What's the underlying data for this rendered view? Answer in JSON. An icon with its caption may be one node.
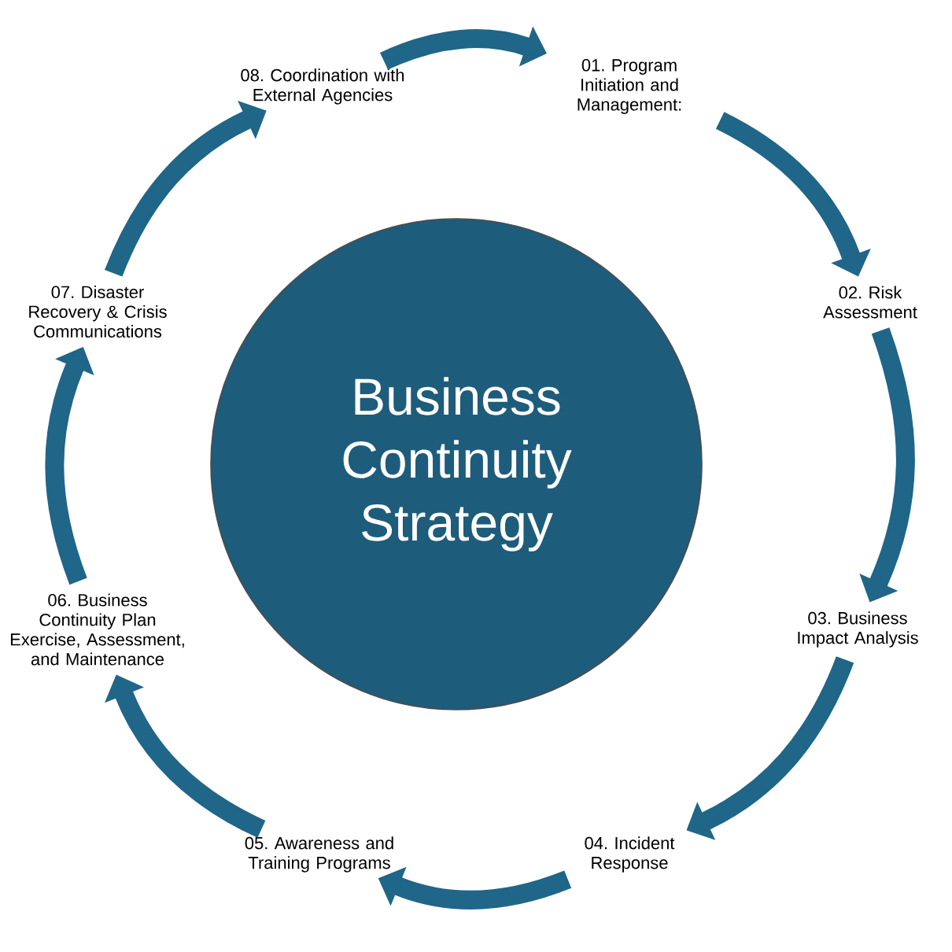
{
  "diagram": {
    "nodes": [
      {
        "text": [
          "01. Program Initiation and Management:"
        ]
      },
      {
        "text": [
          "02. Risk Assessment"
        ]
      },
      {
        "text": [
          "03. Business Impact Analysis"
        ]
      },
      {
        "text": [
          "04. Incident Response"
        ]
      },
      {
        "text": [
          "05. Awareness and Training Programs"
        ]
      },
      {
        "text": [
          "06. Business Continuity Plan Exercise, Assessment, and Maintenance"
        ]
      },
      {
        "text": [
          "07. Disaster Recovery & Crisis Communications"
        ]
      },
      {
        "text": [
          "08. Coordination with External Agencies"
        ]
      },
      {
        "text": [
          "Business Continuity Strategy"
        ]
      }
    ],
    "edges": [
      {
        "from": 7,
        "to": 0,
        "arrow": "to"
      },
      {
        "from": 0,
        "to": 1,
        "arrow": "to"
      },
      {
        "from": 1,
        "to": 2,
        "arrow": "to"
      },
      {
        "from": 2,
        "to": 3,
        "arrow": "to"
      },
      {
        "from": 3,
        "to": 4,
        "arrow": "to"
      },
      {
        "from": 4,
        "to": 5,
        "arrow": "to"
      },
      {
        "from": 5,
        "to": 6,
        "arrow": "to"
      },
      {
        "from": 6,
        "to": 7,
        "arrow": "to"
      }
    ]
  }
}
